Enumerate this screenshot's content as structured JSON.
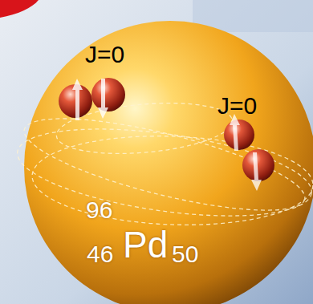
{
  "diagram": {
    "labels": [
      "J=0",
      "J=0",
      "96",
      "46",
      "Pd",
      "50"
    ]
  }
}
